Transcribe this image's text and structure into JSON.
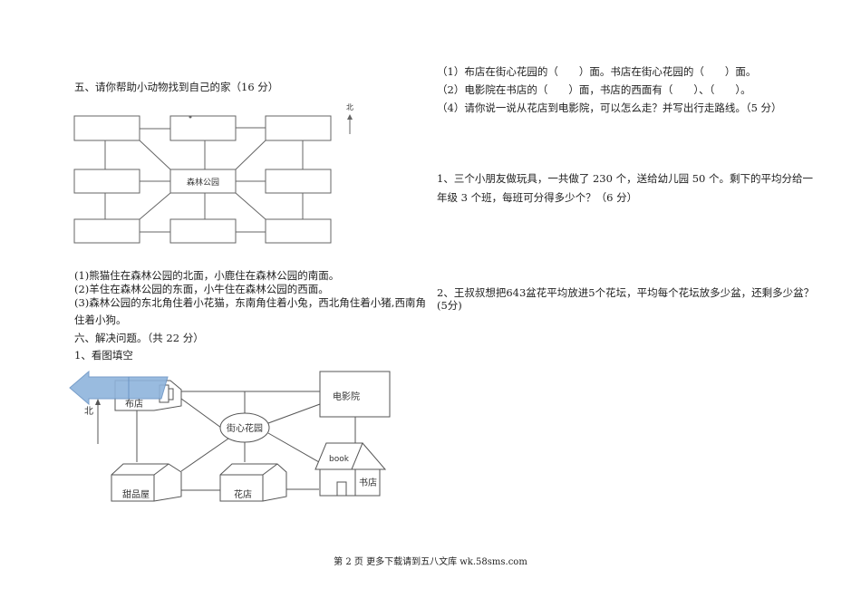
{
  "section5": {
    "title": "五、请你帮助小动物找到自己的家（16 分）",
    "north_label": "北",
    "center_label": "森林公园",
    "clues": [
      "(1)熊猫住在森林公园的北面，小鹿住在森林公园的南面。",
      "(2)羊住在森林公园的东面，小牛住在森林公园的西面。",
      "(3)森林公园的东北角住着小花猫，东南角住着小兔，西北角住着小猪,西南角",
      "住着小狗。"
    ]
  },
  "section6": {
    "title": "六、解决问题。（共 22 分）",
    "q1_title": "1、看图填空",
    "map": {
      "north": "北",
      "cloth_store": "布店",
      "cinema": "电影院",
      "garden": "街心花园",
      "book_sign": "book",
      "bookstore": "书店",
      "dessert": "甜品屋",
      "flower": "花店"
    },
    "fill_questions": [
      "（1）布店在街心花园的（　　）面。书店在街心花园的（　　）面。",
      "（2）电影院在书店的（　　）面，书店的西面有（　　）、（　　）。",
      "（4）请你说一说从花店到电影院，可以怎么走？并写出行走路线。（5 分）"
    ],
    "problem1": [
      "1、三个小朋友做玩具，一共做了 230 个，送给幼儿园 50 个。剩下的平均分给一",
      "年级 3 个班，每班可分得多少个？（6 分）"
    ],
    "problem2": [
      "2、王叔叔想把643盆花平均放进5个花坛，平均每个花坛放多少盆，还剩多少盆？",
      "(5分)"
    ]
  },
  "footer": "第 2 页 更多下载请到五八文库 wk.58sms.com"
}
